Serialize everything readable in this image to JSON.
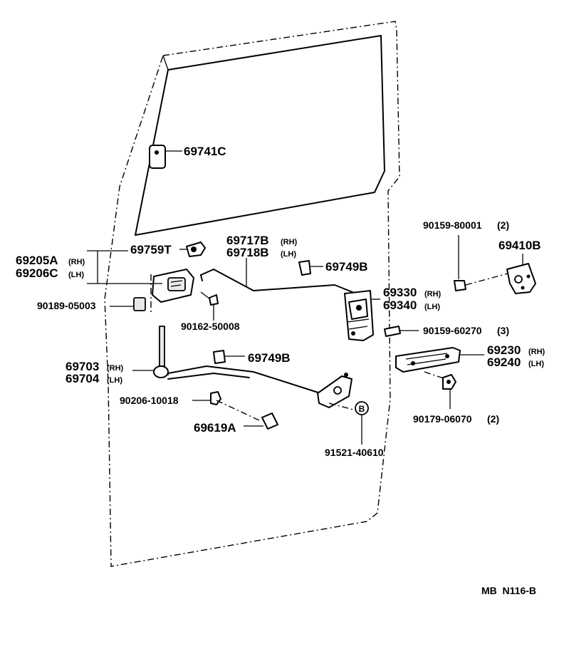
{
  "parts": {
    "p69741C": "69741C",
    "p69205A": "69205A",
    "p69206C": "69206C",
    "p69759T": "69759T",
    "p69717B": "69717B",
    "p69718B": "69718B",
    "p69749B_top": "69749B",
    "p69749B_mid": "69749B",
    "p69330": "69330",
    "p69340": "69340",
    "p90159_80001": "90159-80001",
    "p90159_80001_qty": "(2)",
    "p69410B": "69410B",
    "p90189_05003": "90189-05003",
    "p90162_50008": "90162-50008",
    "p90159_60270": "90159-60270",
    "p90159_60270_qty": "(3)",
    "p69703": "69703",
    "p69704": "69704",
    "p69230": "69230",
    "p69240": "69240",
    "p90206_10018": "90206-10018",
    "p69619A": "69619A",
    "p91521_40610": "91521-40610",
    "p90179_06070": "90179-06070",
    "p90179_06070_qty": "(2)"
  },
  "sides": {
    "rh": "(RH)",
    "lh": "(LH)"
  },
  "callout_b": "B",
  "footer": "MB  N116-B"
}
